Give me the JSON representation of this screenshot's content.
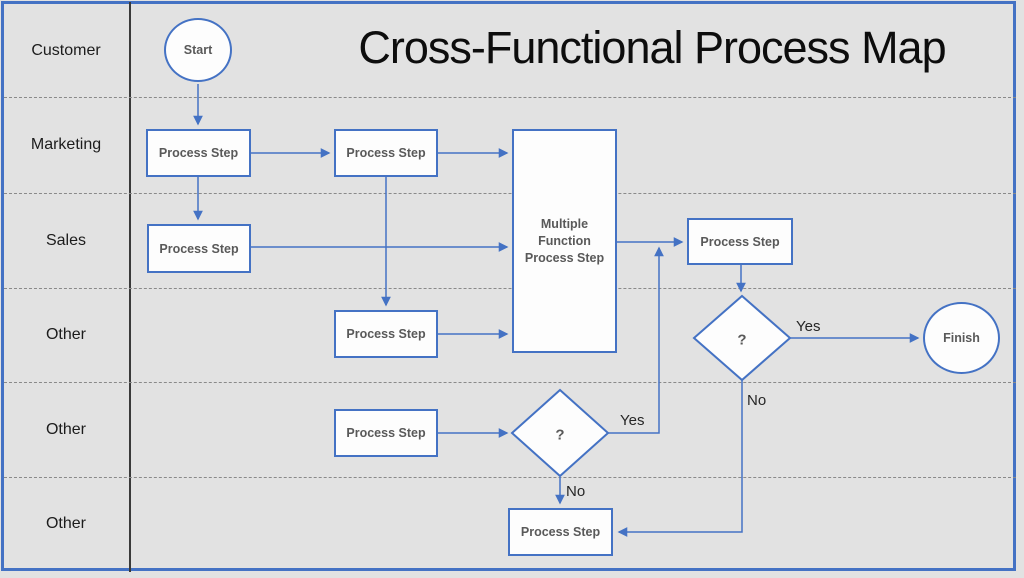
{
  "title": "Cross-Functional Process Map",
  "lanes": [
    {
      "label": "Customer"
    },
    {
      "label": "Marketing"
    },
    {
      "label": "Sales"
    },
    {
      "label": "Other"
    },
    {
      "label": "Other"
    },
    {
      "label": "Other"
    }
  ],
  "nodes": {
    "start": {
      "label": "Start",
      "type": "terminator",
      "lane": "Customer"
    },
    "marketing_step_1": {
      "label": "Process Step",
      "type": "process",
      "lane": "Marketing"
    },
    "marketing_step_2": {
      "label": "Process Step",
      "type": "process",
      "lane": "Marketing"
    },
    "sales_step": {
      "label": "Process Step",
      "type": "process",
      "lane": "Sales"
    },
    "multi_function": {
      "label": "Multiple Function Process Step",
      "lines": [
        "Multiple",
        "Function",
        "Process Step"
      ],
      "type": "process",
      "lane": "Marketing/Sales/Other"
    },
    "sales_step_2": {
      "label": "Process Step",
      "type": "process",
      "lane": "Sales"
    },
    "other1_step": {
      "label": "Process Step",
      "type": "process",
      "lane": "Other"
    },
    "decision_1": {
      "label": "?",
      "type": "decision",
      "lane": "Other"
    },
    "finish": {
      "label": "Finish",
      "type": "terminator",
      "lane": "Other"
    },
    "other2_step": {
      "label": "Process Step",
      "type": "process",
      "lane": "Other"
    },
    "decision_2": {
      "label": "?",
      "type": "decision",
      "lane": "Other"
    },
    "bottom_step": {
      "label": "Process Step",
      "type": "process",
      "lane": "Other"
    }
  },
  "edge_labels": {
    "decision1_yes": "Yes",
    "decision1_no": "No",
    "decision2_yes": "Yes",
    "decision2_no": "No"
  },
  "edges": [
    {
      "from": "start",
      "to": "marketing_step_1"
    },
    {
      "from": "marketing_step_1",
      "to": "marketing_step_2"
    },
    {
      "from": "marketing_step_2",
      "to": "multi_function"
    },
    {
      "from": "marketing_step_1",
      "to": "sales_step"
    },
    {
      "from": "sales_step",
      "to": "multi_function"
    },
    {
      "from": "marketing_step_2",
      "to": "other1_step"
    },
    {
      "from": "other1_step",
      "to": "multi_function"
    },
    {
      "from": "multi_function",
      "to": "sales_step_2"
    },
    {
      "from": "sales_step_2",
      "to": "decision_1"
    },
    {
      "from": "decision_1",
      "to": "finish",
      "label": "Yes"
    },
    {
      "from": "decision_1",
      "to": "bottom_step",
      "label": "No"
    },
    {
      "from": "other2_step",
      "to": "decision_2"
    },
    {
      "from": "decision_2",
      "to": "sales_step_2",
      "label": "Yes"
    },
    {
      "from": "decision_2",
      "to": "bottom_step",
      "label": "No"
    }
  ],
  "colors": {
    "accent": "#4472C4",
    "shape_fill": "#FDFDFD",
    "shape_text": "#595959",
    "background": "#E2E2E2",
    "divider": "#3A3A3A"
  }
}
